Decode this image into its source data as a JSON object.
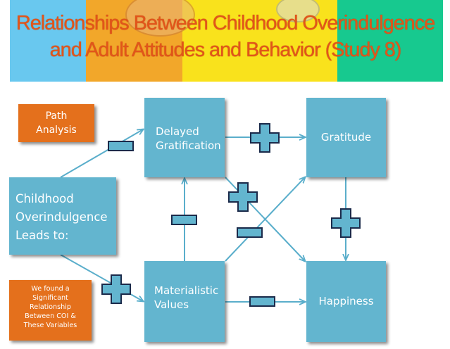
{
  "title": {
    "line1": "Relationships Between Childhood Overindulgence",
    "line2": "and Adult Attitudes and Behavior (Study 8)"
  },
  "boxes": {
    "path_analysis": [
      "Path",
      "Analysis"
    ],
    "childhood": [
      "Childhood",
      "Overindulgence",
      "Leads to:"
    ],
    "found": [
      "We found a",
      "Significant",
      "Relationship",
      "Between COI &",
      "These Variables"
    ],
    "delayed": [
      "Delayed",
      "Gratification"
    ],
    "gratitude": "Gratitude",
    "materialistic": [
      "Materialistic",
      "Values"
    ],
    "happiness": "Happiness"
  },
  "signs": {
    "childhood_to_delayed": "minus",
    "childhood_to_materialistic": "plus",
    "delayed_to_gratitude": "plus",
    "delayed_to_happiness": "plus",
    "materialistic_to_delayed": "minus",
    "materialistic_to_gratitude": "minus",
    "materialistic_to_happiness": "minus",
    "gratitude_to_happiness": "plus"
  },
  "colors": {
    "box": "#63b5cf",
    "arrow": "#5aaecb",
    "sign_outline": "#1b2a4a",
    "note_box": "#e4701c",
    "title": "#e2551a"
  }
}
